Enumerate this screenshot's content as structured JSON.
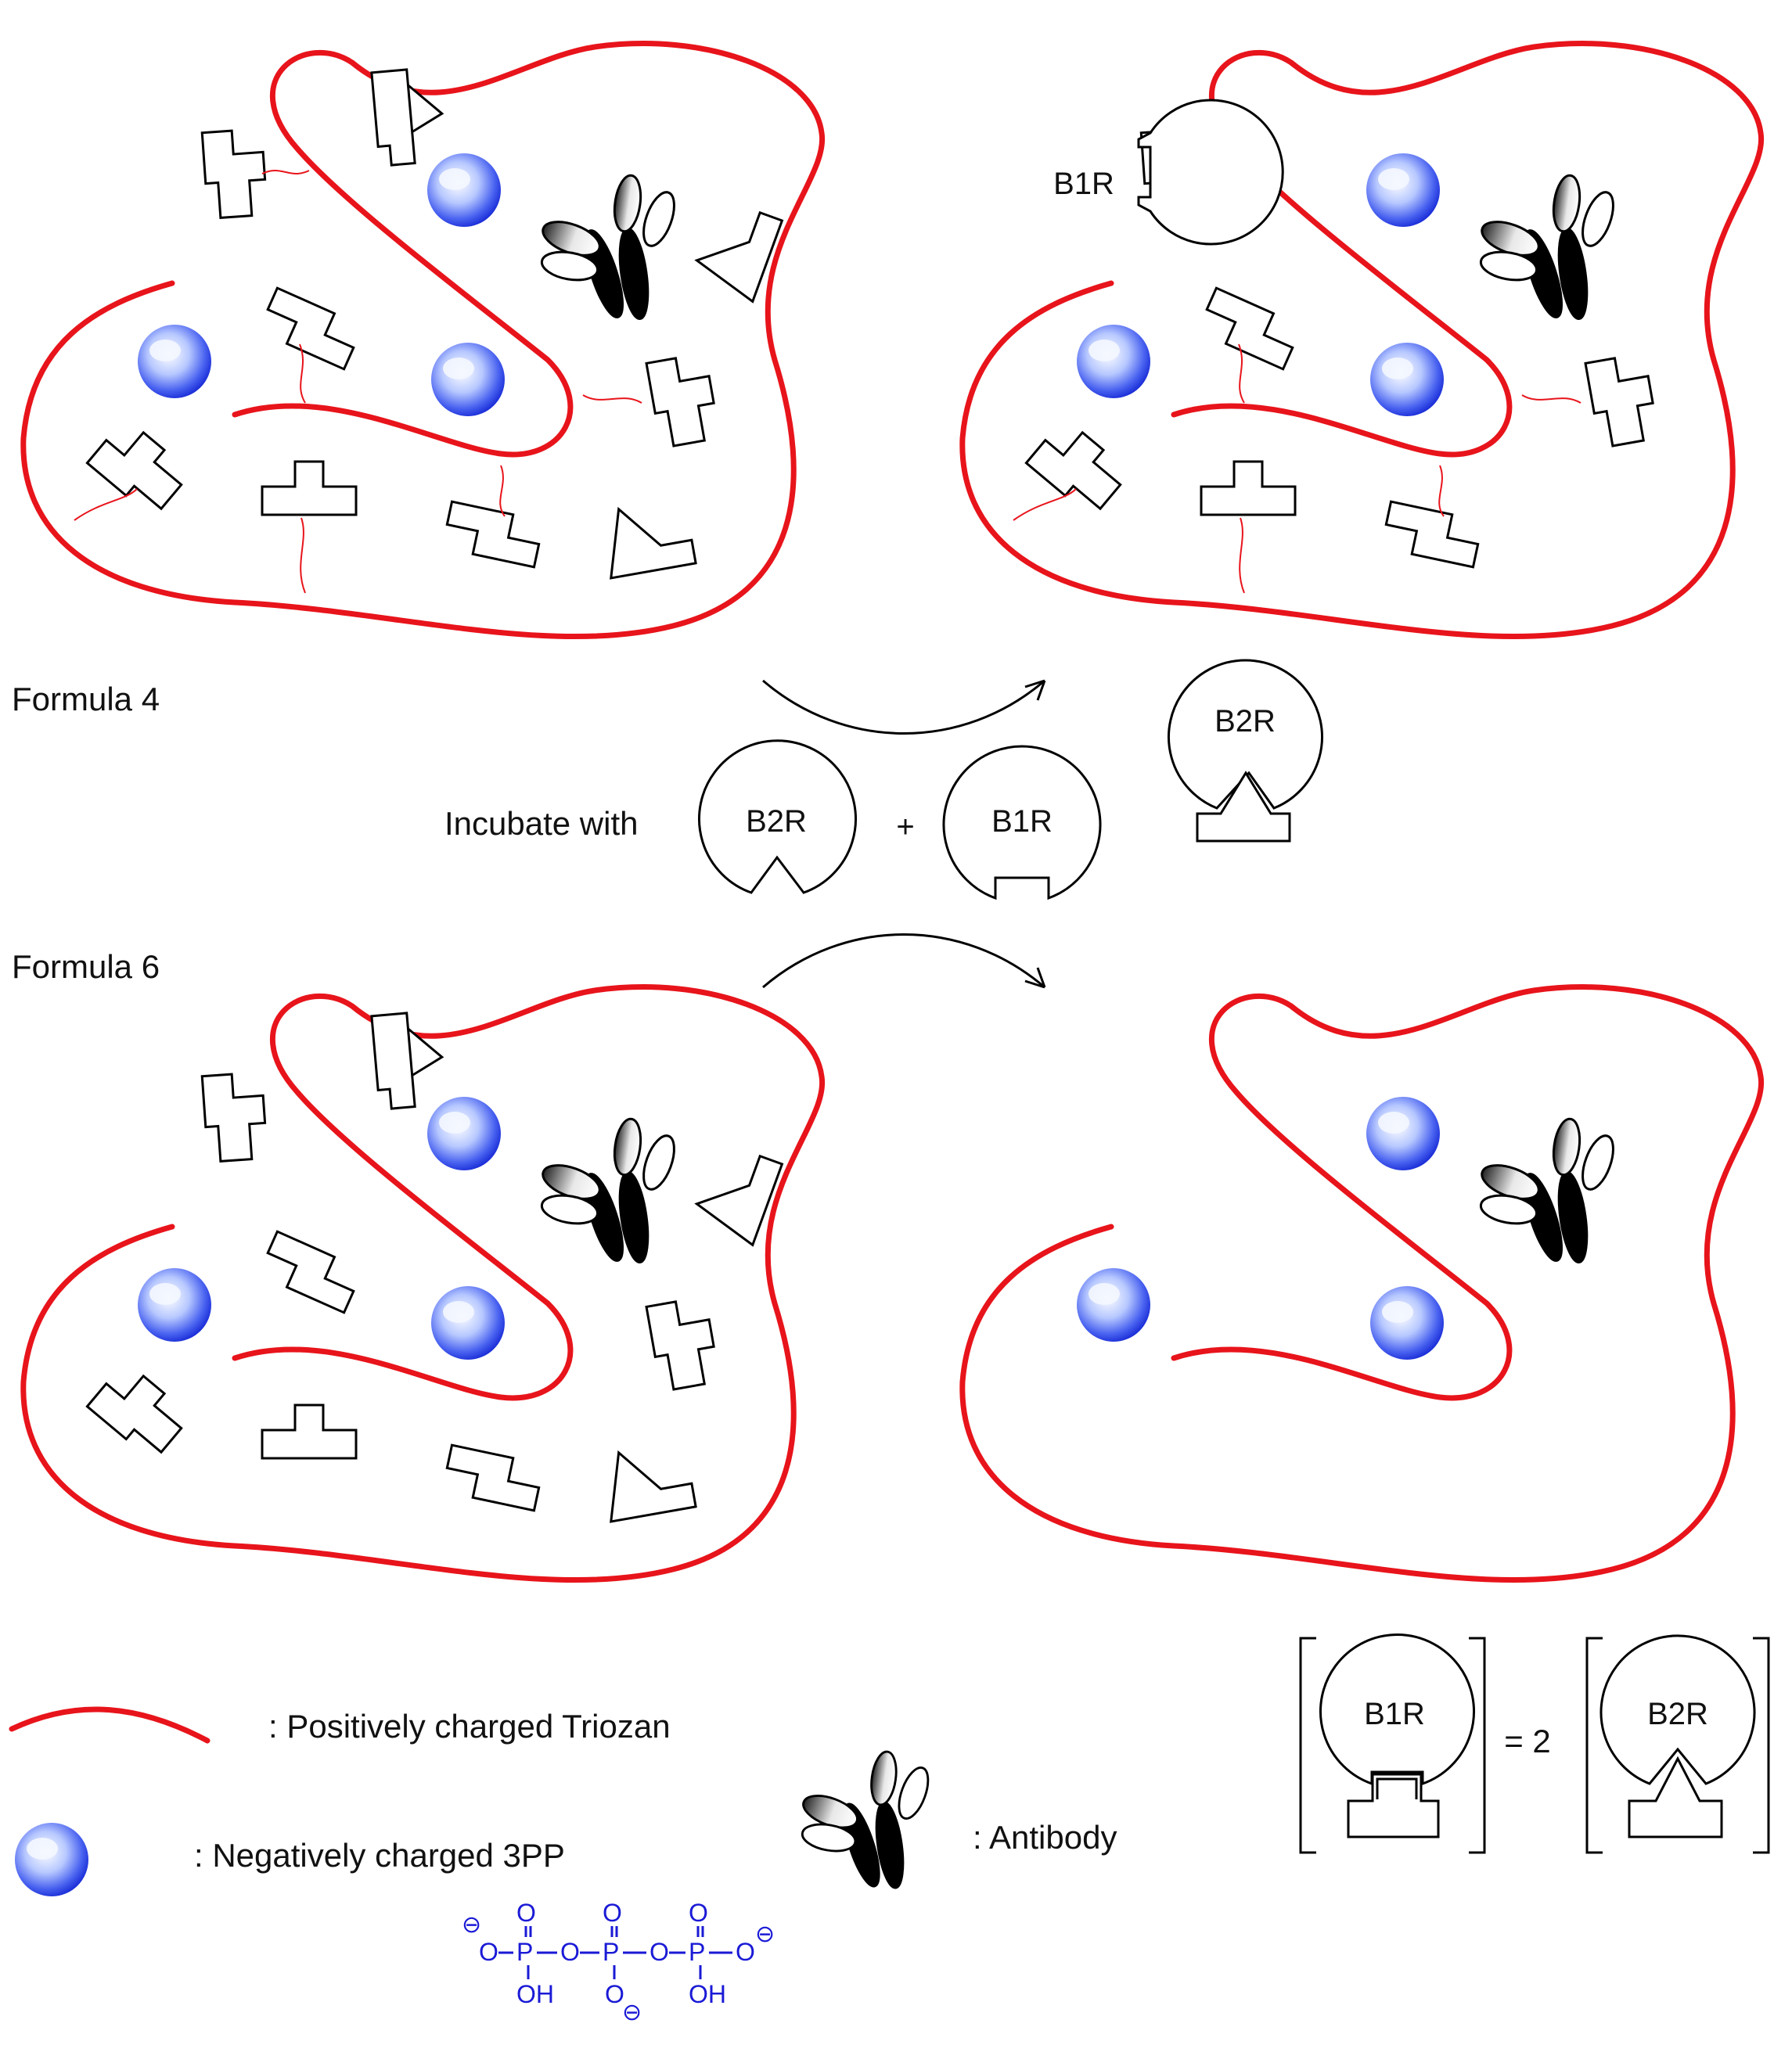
{
  "labels": {
    "formula4": "Formula 4",
    "formula6": "Formula 6",
    "incubate": "Incubate with",
    "plus": "+",
    "b1r": "B1R",
    "b2r": "B2R",
    "equals": "= 2"
  },
  "legend": {
    "triozan": ": Positively charged Triozan",
    "pp": ": Negatively charged 3PP",
    "antibody": ": Antibody"
  },
  "chemistry": {
    "o": "O",
    "p": "P",
    "oh": "OH",
    "minus": "⊖"
  },
  "colors": {
    "triozan": "#e8141b",
    "sphere_dark": "#1c2fd8",
    "sphere_light": "#c7d6ff",
    "chem": "#1a1ad6"
  }
}
